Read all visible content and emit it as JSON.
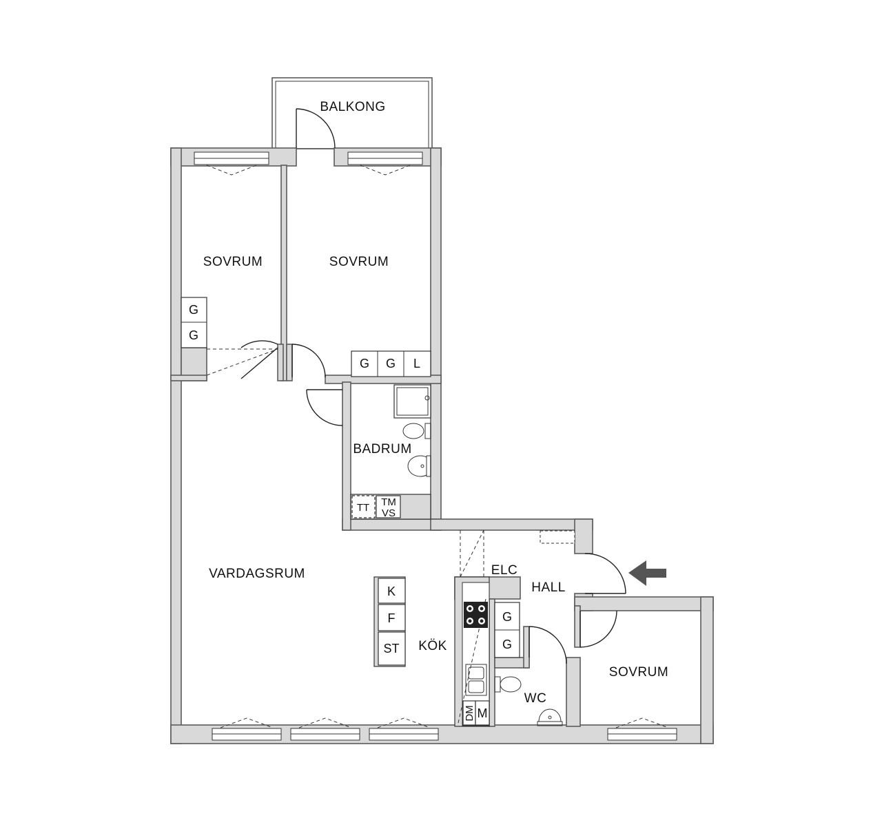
{
  "rooms": {
    "balcony": "BALKONG",
    "bedroom_1": "SOVRUM",
    "bedroom_2": "SOVRUM",
    "bedroom_3": "SOVRUM",
    "bathroom": "BADRUM",
    "living_room": "VARDAGSRUM",
    "kitchen": "KÖK",
    "hall": "HALL",
    "wc": "WC"
  },
  "fixtures": {
    "closet": "G",
    "linen": "L",
    "freezer": "F",
    "fridge": "K",
    "storage": "ST",
    "dryer": "TT",
    "washer": "TM",
    "water_heater": "VS",
    "dishwasher": "DM",
    "microwave": "M",
    "electrical_cabinet": "ELC"
  },
  "colors": {
    "wall_fill": "#d9d9d9",
    "wall_stroke": "#5a5a5a",
    "entrance_arrow": "#555555"
  },
  "icons": {
    "entrance": "arrow-left-icon"
  }
}
